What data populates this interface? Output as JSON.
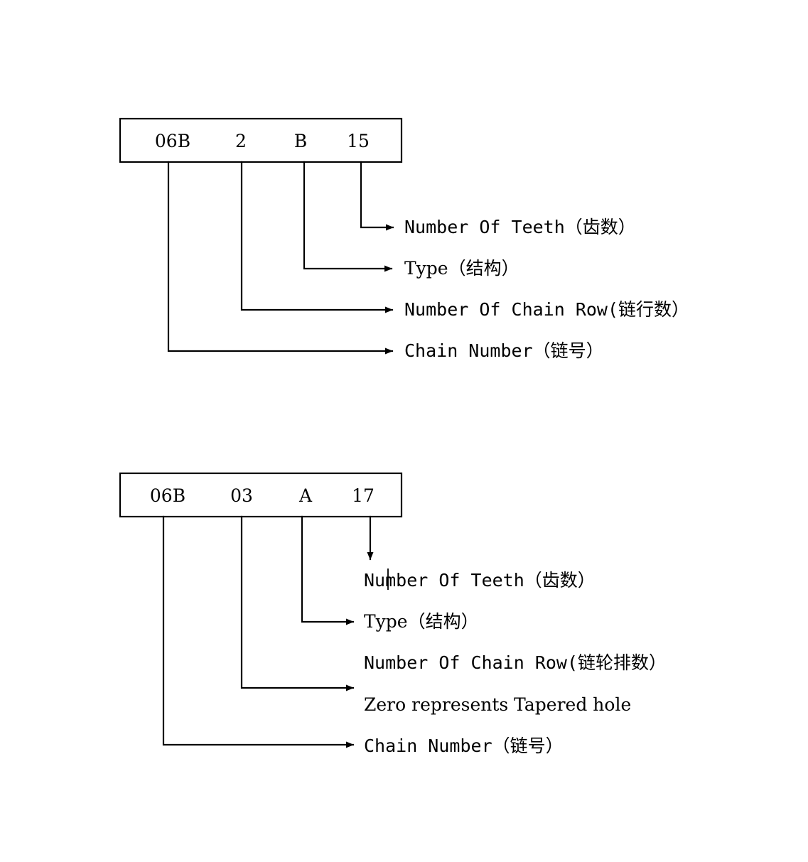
{
  "document": {
    "title": "Sprocket Designation Code Explanation",
    "background_color": "#ffffff",
    "line_color": "#000000",
    "text_color": "#000000"
  },
  "diagrams": [
    {
      "id": "top-diagram",
      "code_box": {
        "segments": [
          {
            "key": "chain_number",
            "value": "06B"
          },
          {
            "key": "chain_row",
            "value": "2"
          },
          {
            "key": "type",
            "value": "B"
          },
          {
            "key": "teeth",
            "value": "15"
          }
        ]
      },
      "callouts": [
        {
          "key": "teeth",
          "label": "Number Of Teeth（齿数）",
          "style": "mono"
        },
        {
          "key": "type",
          "label": "Type（结构）",
          "style": "serif"
        },
        {
          "key": "chain_row",
          "label": "Number Of Chain Row(链行数）",
          "style": "mono"
        },
        {
          "key": "chain_number",
          "label": "Chain Number（链号）",
          "style": "mono"
        }
      ]
    },
    {
      "id": "bottom-diagram",
      "code_box": {
        "segments": [
          {
            "key": "chain_number",
            "value": "06B"
          },
          {
            "key": "tapered_hole",
            "value": "03"
          },
          {
            "key": "type",
            "value": "A"
          },
          {
            "key": "teeth",
            "value": "17"
          }
        ]
      },
      "callouts": [
        {
          "key": "teeth",
          "label": "Number Of Teeth（齿数）",
          "style": "mono"
        },
        {
          "key": "type",
          "label": "Type（结构）",
          "style": "serif"
        },
        {
          "key": "chain_row",
          "label": "Number Of Chain Row(链轮排数）",
          "style": "mono"
        },
        {
          "key": "tapered_hole",
          "label": "Zero represents Tapered hole",
          "style": "serif"
        },
        {
          "key": "chain_number",
          "label": "Chain Number（链号）",
          "style": "mono"
        }
      ]
    }
  ]
}
